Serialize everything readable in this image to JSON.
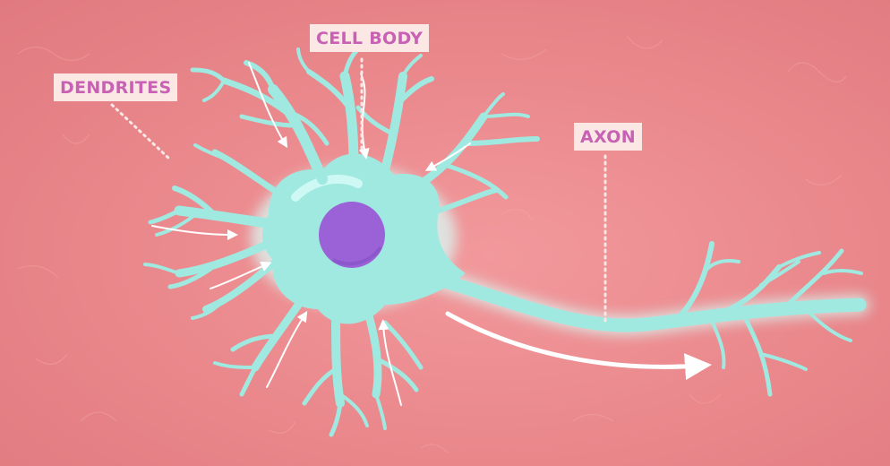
{
  "labels": {
    "cell_body": "CELL BODY",
    "dendrites": "DENDRITES",
    "axon": "AXON"
  },
  "colors": {
    "background": "#e9878b",
    "neuron": "#9fe9e1",
    "neuron_glow": "#d9fbf6",
    "nucleus": "#9a62d6",
    "label_bg": "#fbe7e4",
    "label_text": "#c861b4",
    "arrow": "#ffffff"
  }
}
